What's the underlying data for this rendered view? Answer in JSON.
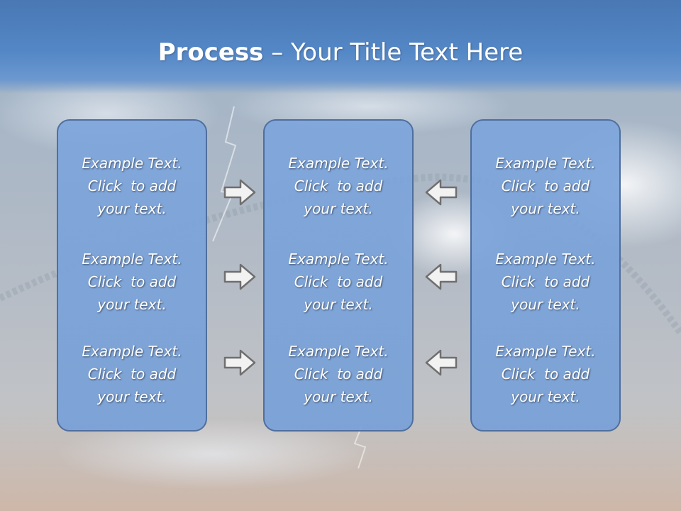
{
  "title": {
    "bold": "Process",
    "rest": " – Your Title Text Here"
  },
  "columns": [
    {
      "items": [
        [
          "Example Text.",
          "Click  to add",
          "your text."
        ],
        [
          "Example Text.",
          "Click  to add",
          "your text."
        ],
        [
          "Example Text.",
          "Click  to add",
          "your text."
        ]
      ]
    },
    {
      "items": [
        [
          "Example Text.",
          "Click  to add",
          "your text."
        ],
        [
          "Example Text.",
          "Click  to add",
          "your text."
        ],
        [
          "Example Text.",
          "Click  to add",
          "your text."
        ]
      ]
    },
    {
      "items": [
        [
          "Example Text.",
          "Click  to add",
          "your text."
        ],
        [
          "Example Text.",
          "Click  to add",
          "your text."
        ],
        [
          "Example Text.",
          "Click  to add",
          "your text."
        ]
      ]
    }
  ],
  "arrows": {
    "left_group": "arrow-right-icon",
    "right_group": "arrow-left-icon"
  },
  "colors": {
    "title_bar": "#5487c6",
    "box_fill": "#7ea6dc",
    "box_border": "#4f6f9e",
    "text": "#ffffff"
  }
}
